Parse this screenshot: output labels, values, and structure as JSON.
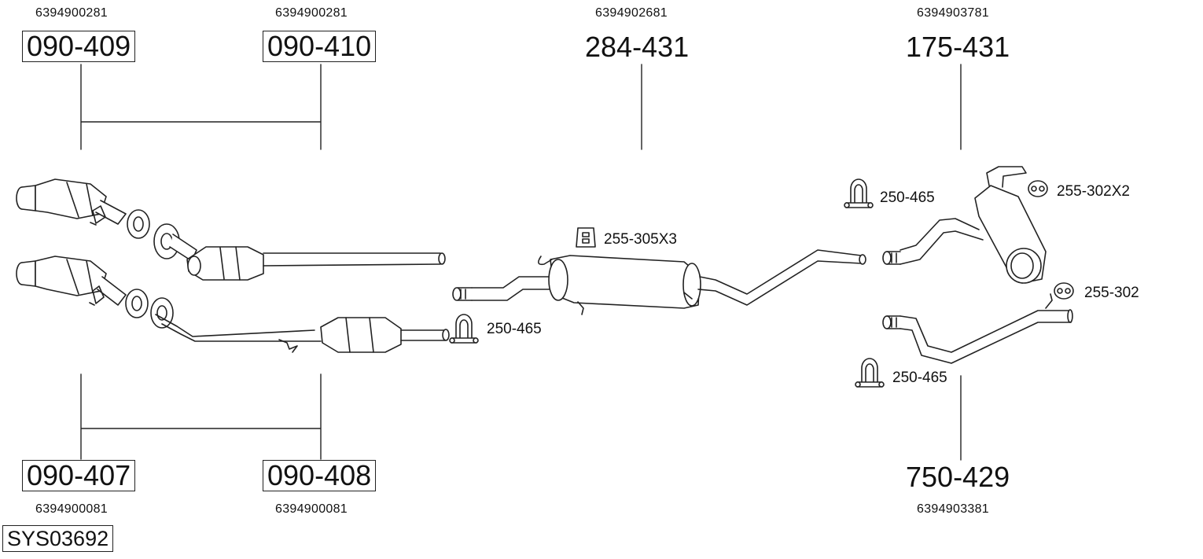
{
  "system_code": "SYS03692",
  "parts": {
    "p090_409": {
      "number": "090-409",
      "oem": "6394900281"
    },
    "p090_410": {
      "number": "090-410",
      "oem": "6394900281"
    },
    "p284_431": {
      "number": "284-431",
      "oem": "6394902681"
    },
    "p175_431": {
      "number": "175-431",
      "oem": "6394903781"
    },
    "p090_407": {
      "number": "090-407",
      "oem": "6394900081"
    },
    "p090_408": {
      "number": "090-408",
      "oem": "6394900081"
    },
    "p750_429": {
      "number": "750-429",
      "oem": "6394903381"
    }
  },
  "accessories": {
    "clamp_mid": {
      "label": "250-465",
      "icon": "clamp-icon"
    },
    "hanger_mid": {
      "label": "255-305X3",
      "icon": "rubber-hanger-icon"
    },
    "clamp_rear_top": {
      "label": "250-465",
      "icon": "clamp-icon"
    },
    "hanger_rear_top": {
      "label": "255-302X2",
      "icon": "rubber-hanger-icon"
    },
    "hanger_rear": {
      "label": "255-302",
      "icon": "rubber-hanger-icon"
    },
    "clamp_rear_bottom": {
      "label": "250-465",
      "icon": "clamp-icon"
    }
  },
  "colors": {
    "line": "#222222",
    "fill": "#ffffff",
    "shade": "#cccccc"
  }
}
